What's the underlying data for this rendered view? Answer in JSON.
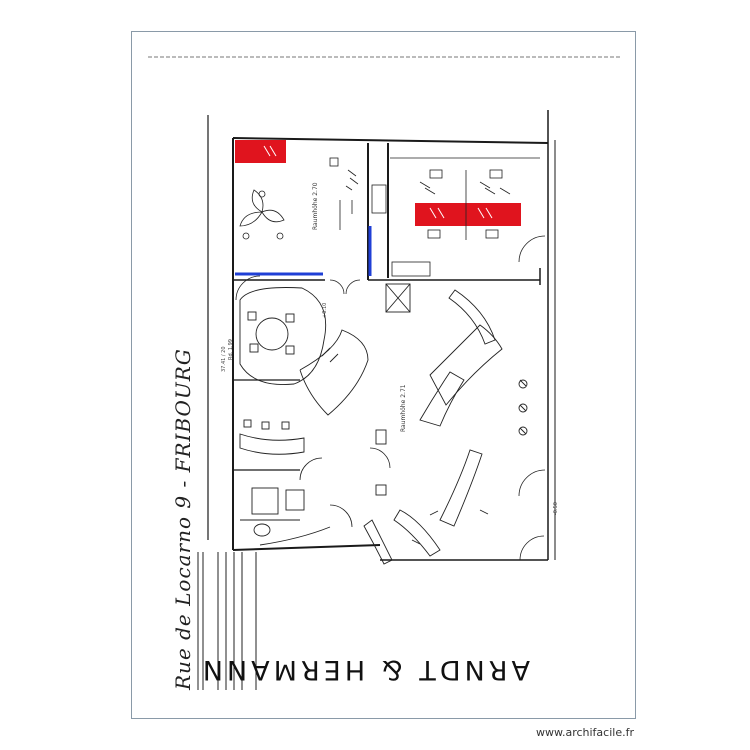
{
  "watermark": "www.archifacile.fr",
  "street_text": "Rue de Locarno 9 - FRIBOURG",
  "brand_text": "ARNDT & HERMANN",
  "rooms": {
    "room_a": "Raumhöhe 2.70",
    "room_b": "Raumhöhe 2.71"
  },
  "dimensions": {
    "d1": "37.41 / 20",
    "d2": "Rd. 1.99",
    "d3": "-0.50",
    "d4": "+0.10"
  },
  "colors": {
    "highlight_red": "#e0141e",
    "highlight_blue": "#1f3fd6",
    "wall": "#1a1a1a",
    "frame": "#8a9aa8"
  }
}
